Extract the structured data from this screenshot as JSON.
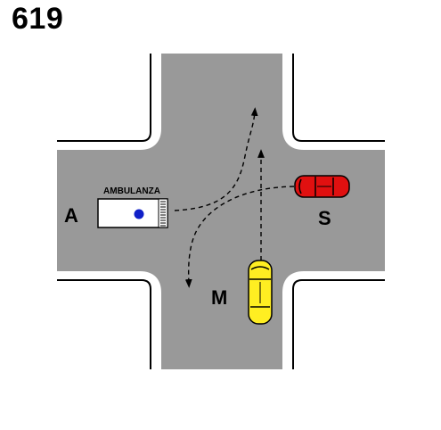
{
  "question_number": "619",
  "vehicles": {
    "ambulance": {
      "label": "A",
      "sign_text": "AMBULANZA",
      "color": "#ffffff",
      "light_color": "#1020c8"
    },
    "red_car": {
      "label": "S",
      "color": "#e01010"
    },
    "yellow_car": {
      "label": "M",
      "color": "#ffee22"
    }
  },
  "colors": {
    "road": "#999999",
    "curb": "#ffffff",
    "edge": "#000000",
    "background": "#ffffff"
  }
}
